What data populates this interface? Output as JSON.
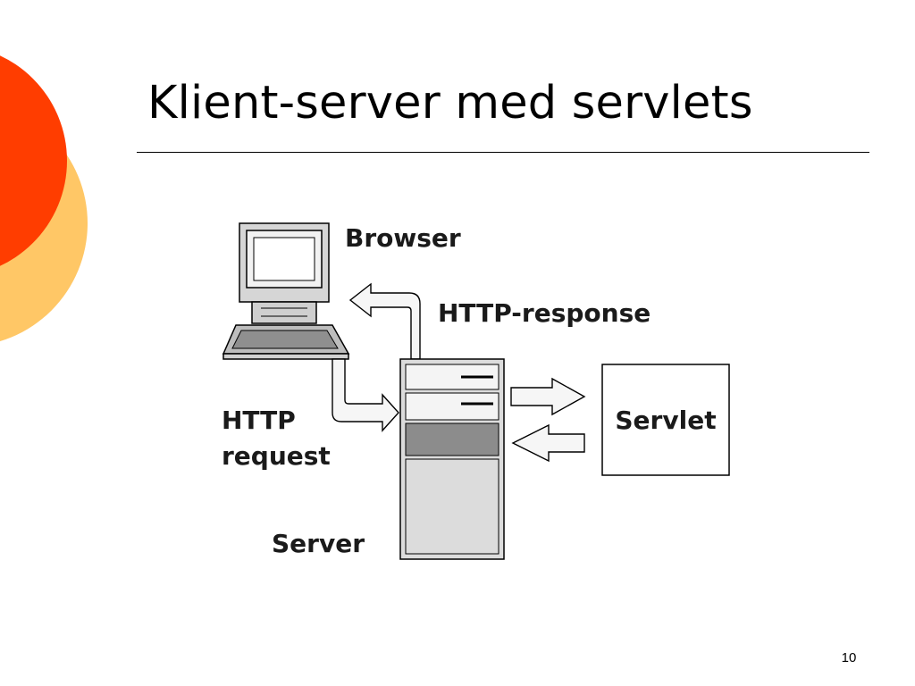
{
  "slide": {
    "title": "Klient-server med servlets",
    "page_number": "10"
  },
  "diagram": {
    "labels": {
      "browser": "Browser",
      "http_response": "HTTP-response",
      "http_request_line1": "HTTP",
      "http_request_line2": "request",
      "servlet": "Servlet",
      "server": "Server"
    },
    "icons": [
      "computer-icon",
      "server-tower-icon"
    ]
  },
  "colors": {
    "accent_red": "#ff3d00",
    "accent_yellow": "#ffc766",
    "server_band": "#8c8c8c",
    "server_body": "#dcdcdc"
  }
}
